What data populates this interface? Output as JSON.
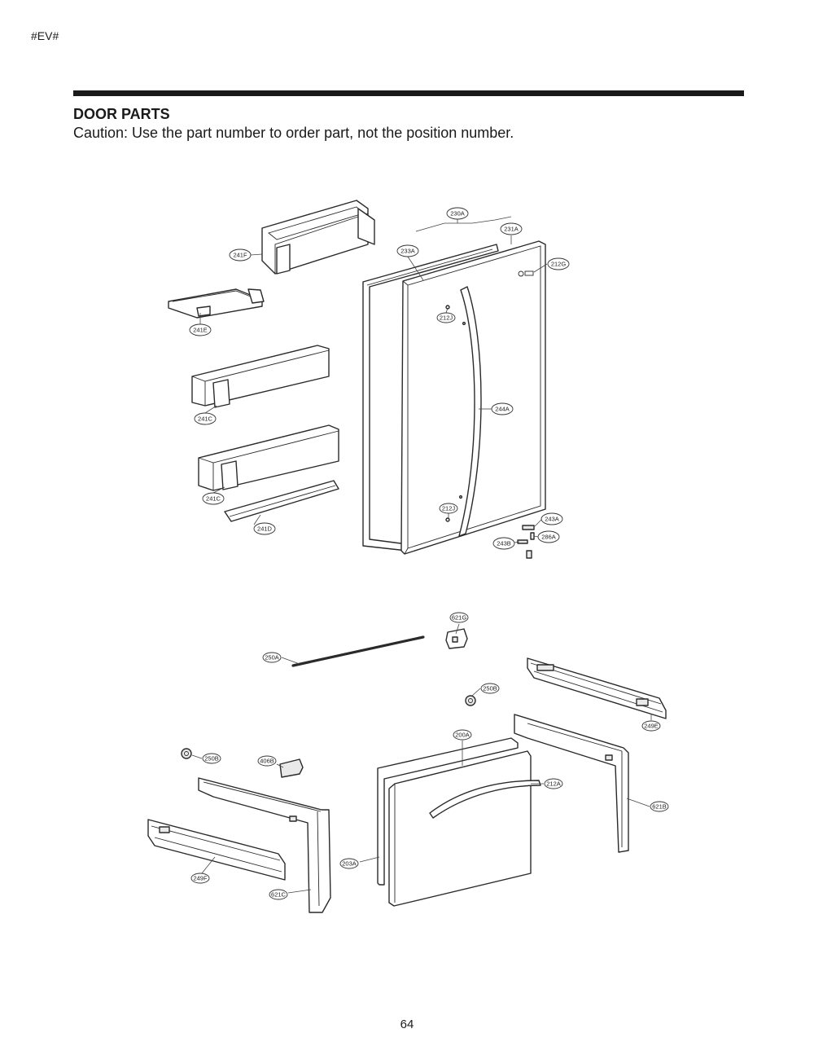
{
  "header": {
    "tag": "#EV#",
    "title": "DOOR PARTS",
    "caution": "Caution: Use the part number to order part, not the position number."
  },
  "callouts": {
    "c230A": "230A",
    "c231A": "231A",
    "c233A": "233A",
    "c212G": "212G",
    "c241F": "241F",
    "c241E": "241E",
    "c212J_top": "212J",
    "c244A": "244A",
    "c241C_top": "241C",
    "c241C_bottom": "241C",
    "c241D": "241D",
    "c212J_bottom": "212J",
    "c243A": "243A",
    "c286A": "286A",
    "c243B": "243B",
    "c621G": "621G",
    "c250A": "250A",
    "c250B_right": "250B",
    "c249E": "249E",
    "c200A": "200A",
    "c250B_left": "250B",
    "c406B": "406B",
    "c212A": "212A",
    "c621B": "621B",
    "c203A": "203A",
    "c249F": "249F",
    "c621C": "621C"
  },
  "footer": {
    "page_number": "64"
  }
}
